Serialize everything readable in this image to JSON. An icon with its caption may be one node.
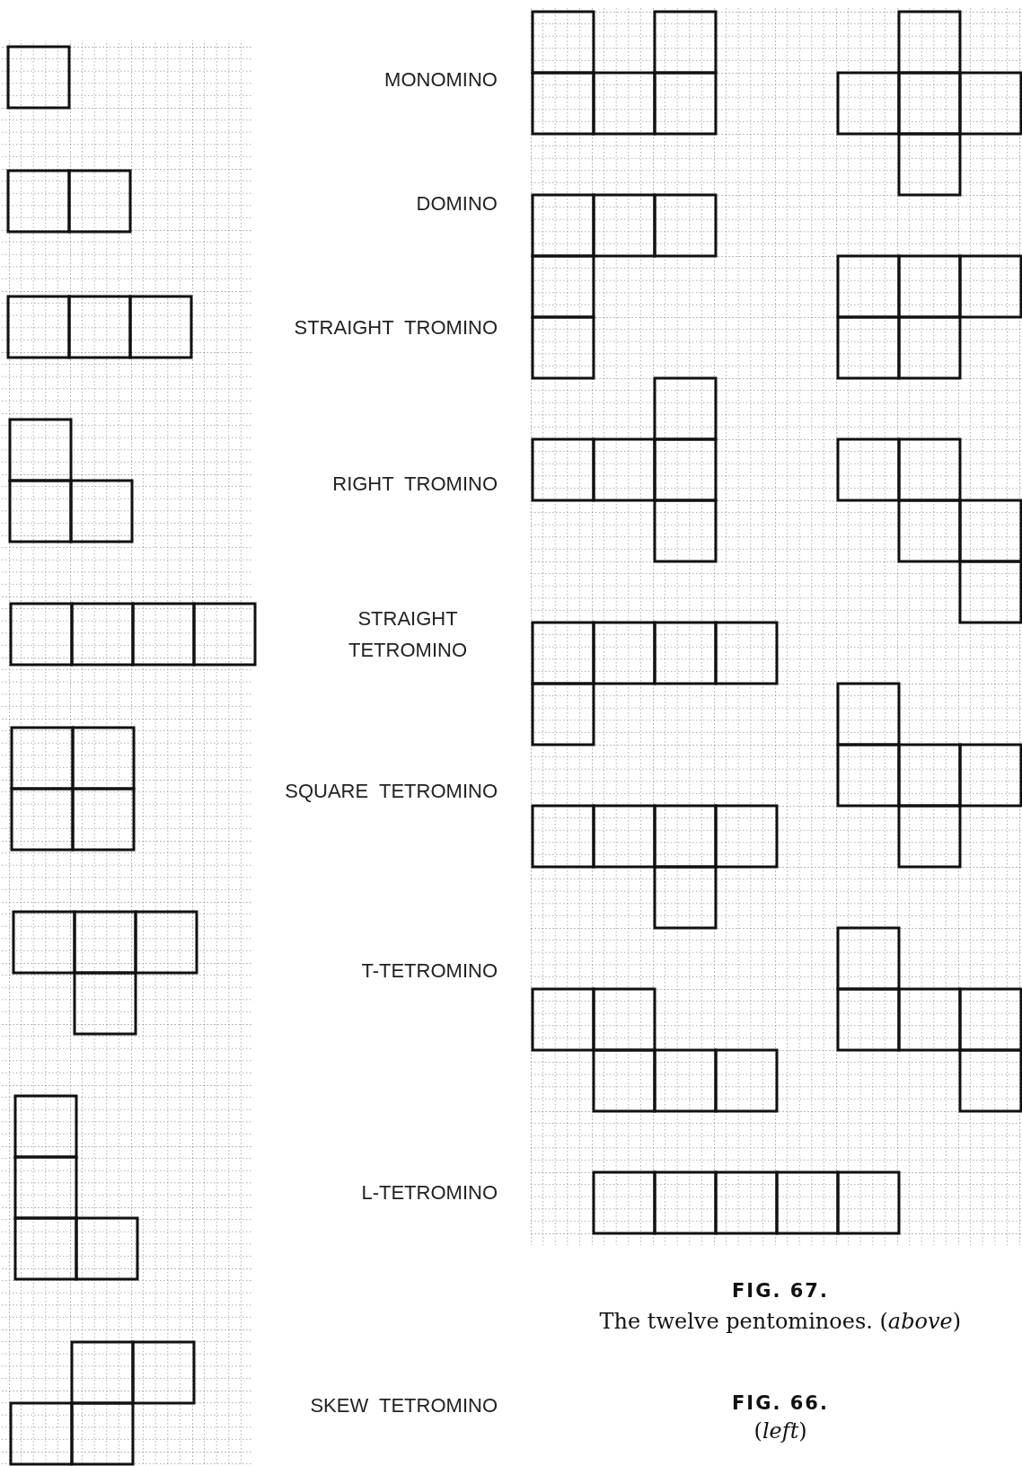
{
  "diagram": {
    "labels": [
      "MONOMINO",
      "DOMINO",
      "STRAIGHT  TROMINO",
      "RIGHT  TROMINO",
      "STRAIGHT TETROMINO",
      "SQUARE  TETROMINO",
      "T-TETROMINO",
      "L-TETROMINO",
      "FIG. 67.",
      "The twelve pentominoes. (*above*)",
      "SKEW  TETROMINO",
      "FIG. 66.",
      "(*left*)"
    ]
  }
}
